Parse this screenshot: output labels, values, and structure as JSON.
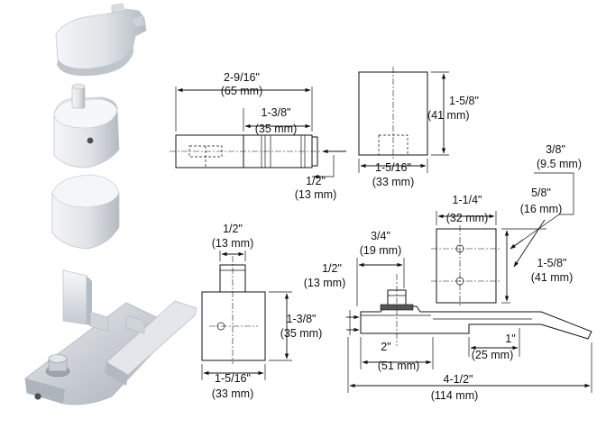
{
  "top_view": {
    "overall_width": {
      "fraction": "2-9/16\"",
      "mm": "(65 mm)"
    },
    "pin_length": {
      "fraction": "1-3/8\"",
      "mm": "(35 mm)"
    },
    "pin_height": {
      "fraction": "1/2\"",
      "mm": "(13 mm)"
    }
  },
  "side_view": {
    "height": {
      "fraction": "1-5/8\"",
      "mm": "(41 mm)"
    },
    "width": {
      "fraction": "1-5/16\"",
      "mm": "(33 mm)"
    }
  },
  "front_block": {
    "pin_width": {
      "fraction": "1/2\"",
      "mm": "(13 mm)"
    },
    "pin_height": {
      "fraction": "1/2\"",
      "mm": "(13 mm)"
    },
    "block_height": {
      "fraction": "1-3/8\"",
      "mm": "(35 mm)"
    },
    "block_width": {
      "fraction": "1-5/16\"",
      "mm": "(33 mm)"
    }
  },
  "bottom_arm": {
    "pin_diameter": {
      "fraction": "3/4\"",
      "mm": "(19 mm)"
    },
    "plate_width": {
      "fraction": "1-1/4\"",
      "mm": "(32 mm)"
    },
    "offset": {
      "fraction": "3/8\"",
      "mm": "(9.5 mm)"
    },
    "plate_offset": {
      "fraction": "5/8\"",
      "mm": "(16 mm)"
    },
    "plate_height": {
      "fraction": "1-5/8\"",
      "mm": "(41 mm)"
    },
    "pin_center": {
      "fraction": "2\"",
      "mm": "(51 mm)"
    },
    "slot": {
      "fraction": "1\"",
      "mm": "(25 mm)"
    },
    "overall_length": {
      "fraction": "4-1/2\"",
      "mm": "(114 mm)"
    }
  },
  "colors": {
    "line": "#111111",
    "metal_light": "#eef1f4",
    "metal_mid": "#c9ced4",
    "metal_dark": "#9aa1a9"
  }
}
